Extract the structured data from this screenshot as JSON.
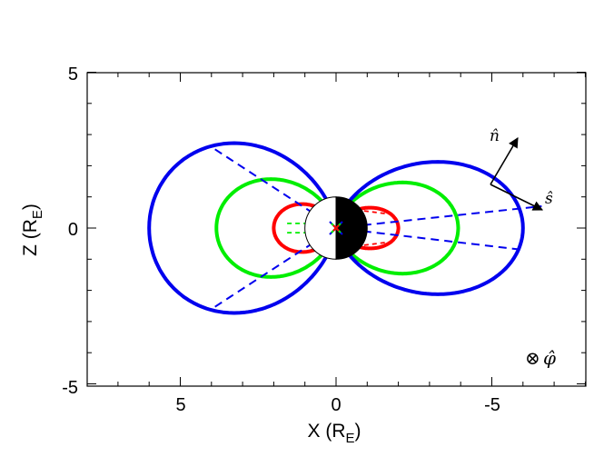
{
  "axes": {
    "x_label_text": "X (R",
    "x_label_sub": "E",
    "x_label_close": ")",
    "y_label_text": "Z (R",
    "y_label_sub": "E",
    "y_label_close": ")",
    "x_tick_labels": [
      "5",
      "0",
      "-5"
    ],
    "y_tick_labels": [
      "5",
      "0",
      "-5"
    ],
    "x_range_note": "X decreases to the right",
    "xlim": [
      8,
      -8
    ],
    "ylim": [
      -5,
      5
    ]
  },
  "annotations": {
    "n_hat": "n̂",
    "s_hat": "ŝ",
    "phi_into": "⊗",
    "phi_hat": "φ̂"
  },
  "earth": {
    "radius": 1,
    "dayside": "white",
    "nightside": "black"
  },
  "field_lines": [
    {
      "name": "",
      "L": 2,
      "color": "#ff0000"
    },
    {
      "name": "",
      "L": 4,
      "color": "#00ee00"
    },
    {
      "name": "",
      "L": 6,
      "color": "#0000ee"
    }
  ],
  "colors": {
    "red": "#ff0000",
    "green": "#00ee00",
    "blue": "#0000ee",
    "axes": "#000000"
  }
}
